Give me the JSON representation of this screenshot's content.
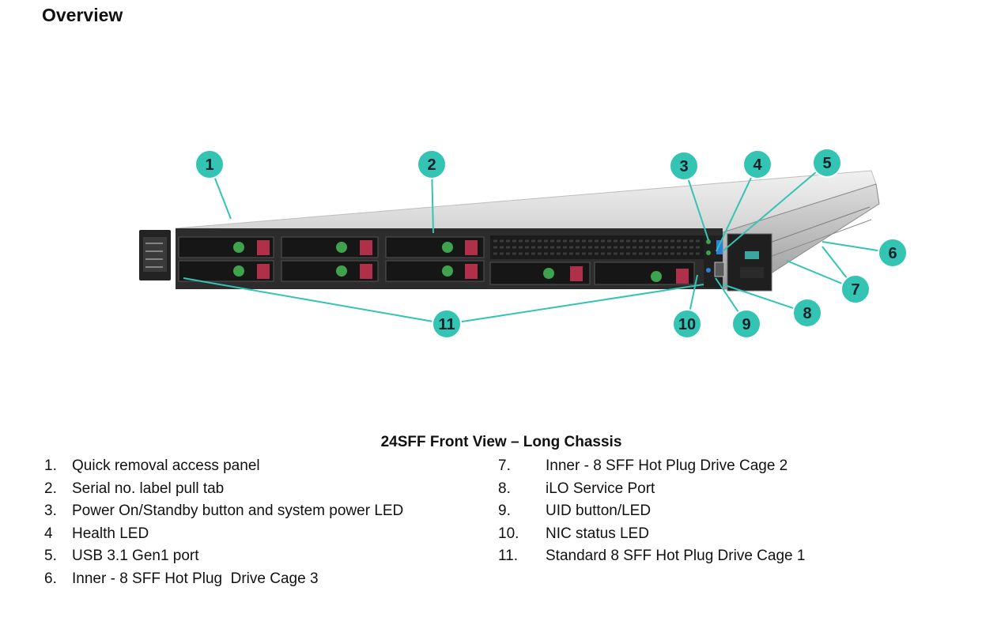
{
  "page": {
    "title": "Overview"
  },
  "figure": {
    "caption": "24SFF Front View – Long Chassis",
    "callout_numbers": [
      "1",
      "2",
      "3",
      "4",
      "5",
      "6",
      "7",
      "8",
      "9",
      "10",
      "11"
    ]
  },
  "legend": {
    "left": [
      {
        "num": "1.",
        "text": "Quick removal access panel"
      },
      {
        "num": "2.",
        "text": "Serial no. label pull tab"
      },
      {
        "num": "3.",
        "text": "Power On/Standby button and system power LED"
      },
      {
        "num": "4",
        "text": "Health LED"
      },
      {
        "num": "5.",
        "text": "USB 3.1 Gen1 port"
      },
      {
        "num": "6.",
        "text": "Inner - 8 SFF Hot Plug  Drive Cage 3"
      }
    ],
    "right": [
      {
        "num": "7.",
        "text": "Inner - 8 SFF Hot Plug Drive Cage 2"
      },
      {
        "num": "8.",
        "text": "iLO Service Port"
      },
      {
        "num": "9.",
        "text": "UID button/LED"
      },
      {
        "num": "10.",
        "text": "NIC status LED"
      },
      {
        "num": "11.",
        "text": "Standard 8 SFF Hot Plug Drive Cage 1"
      }
    ]
  },
  "colors": {
    "callout": "#33c4b3",
    "drive_tab": "#b0304a",
    "drive_led": "#3fa34d"
  },
  "icons": [
    "server-chassis-illustration"
  ]
}
